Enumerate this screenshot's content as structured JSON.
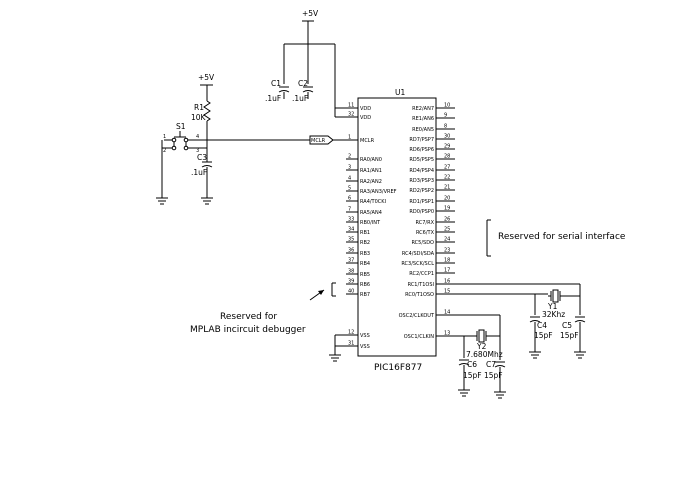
{
  "power": {
    "top_label": "+5V",
    "r1_supply_label": "+5V"
  },
  "parts": {
    "c1_label": "C1",
    "c1_value": ".1uF",
    "c2_label": "C2",
    "c2_value": ".1uF",
    "r1_label": "R1",
    "r1_value": "10K",
    "s1_label": "S1",
    "c3_label": "C3",
    "c3_value": ".1uF",
    "mclr_tag": "MCLR",
    "y1_label": "Y1",
    "y1_value": "32Khz",
    "c4_label": "C4",
    "c4_value": "15pF",
    "c5_label": "C5",
    "c5_value": "15pF",
    "y2_label": "Y2",
    "y2_value": "7.680Mhz",
    "c6_label": "C6",
    "c6_value": "15pF",
    "c7_label": "C7",
    "c7_value": "15pF",
    "s1_pins": [
      "1",
      "2",
      "3",
      "4"
    ]
  },
  "ic": {
    "ref": "U1",
    "part": "PIC16F877",
    "left_pins": [
      {
        "num": "11",
        "name": "VDD"
      },
      {
        "num": "32",
        "name": "VDD"
      },
      {
        "num": "1",
        "name": "MCLR"
      },
      {
        "num": "2",
        "name": "RA0/AN0"
      },
      {
        "num": "3",
        "name": "RA1/AN1"
      },
      {
        "num": "4",
        "name": "RA2/AN2"
      },
      {
        "num": "5",
        "name": "RA3/AN3/VREF"
      },
      {
        "num": "6",
        "name": "RA4/T0CKI"
      },
      {
        "num": "7",
        "name": "RA5/AN4"
      },
      {
        "num": "33",
        "name": "RB0/INT"
      },
      {
        "num": "34",
        "name": "RB1"
      },
      {
        "num": "35",
        "name": "RB2"
      },
      {
        "num": "36",
        "name": "RB3"
      },
      {
        "num": "37",
        "name": "RB4"
      },
      {
        "num": "38",
        "name": "RB5"
      },
      {
        "num": "39",
        "name": "RB6"
      },
      {
        "num": "40",
        "name": "RB7"
      },
      {
        "num": "12",
        "name": "VSS"
      },
      {
        "num": "31",
        "name": "VSS"
      }
    ],
    "right_pins": [
      {
        "num": "10",
        "name": "RE2/AN7"
      },
      {
        "num": "9",
        "name": "RE1/AN6"
      },
      {
        "num": "8",
        "name": "RE0/AN5"
      },
      {
        "num": "30",
        "name": "RD7/PSP7"
      },
      {
        "num": "29",
        "name": "RD6/PSP6"
      },
      {
        "num": "28",
        "name": "RD5/PSP5"
      },
      {
        "num": "27",
        "name": "RD4/PSP4"
      },
      {
        "num": "22",
        "name": "RD3/PSP3"
      },
      {
        "num": "21",
        "name": "RD2/PSP2"
      },
      {
        "num": "20",
        "name": "RD1/PSP1"
      },
      {
        "num": "19",
        "name": "RD0/PSP0"
      },
      {
        "num": "26",
        "name": "RC7/RX"
      },
      {
        "num": "25",
        "name": "RC6/TX"
      },
      {
        "num": "24",
        "name": "RC5/SDO"
      },
      {
        "num": "23",
        "name": "RC4/SDI/SDA"
      },
      {
        "num": "18",
        "name": "RC3/SCK/SCL"
      },
      {
        "num": "17",
        "name": "RC2/CCP1"
      },
      {
        "num": "16",
        "name": "RC1/T1OSI"
      },
      {
        "num": "15",
        "name": "RC0/T1OSO"
      },
      {
        "num": "14",
        "name": "OSC2/CLKOUT"
      },
      {
        "num": "13",
        "name": "OSC1/CLKIN"
      }
    ]
  },
  "notes": {
    "serial": "Reserved for serial interface",
    "debugger_line1": "Reserved for",
    "debugger_line2": "MPLAB incircuit debugger"
  }
}
